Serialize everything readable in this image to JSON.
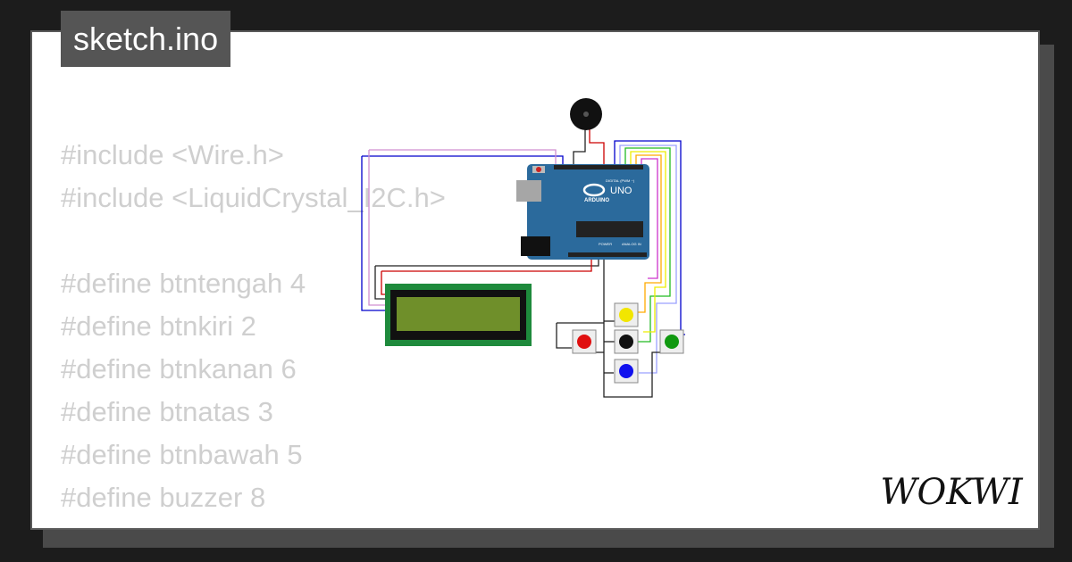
{
  "title": "sketch.ino",
  "code_lines": [
    "#include <Wire.h>",
    "#include <LiquidCrystal_I2C.h>",
    "",
    "#define btntengah 4",
    "#define btnkiri 2",
    "#define btnkanan 6",
    "#define btnatas 3",
    "#define btnbawah 5",
    "#define buzzer 8"
  ],
  "board": {
    "logo_text": "UNO",
    "maker_text": "ARDUINO",
    "digital_label": "DIGITAL (PWM ~)",
    "power_label": "POWER",
    "analog_label": "ANALOG IN"
  },
  "brand": "WOKWI",
  "colors": {
    "background": "#1c1c1c",
    "card": "#ffffff",
    "title_tab": "#555555",
    "code_text": "#cfcfcf",
    "board": "#2b6a9c",
    "lcd_frame": "#1e8a3c",
    "lcd_screen": "#6f8f2a",
    "button_yellow": "#f2e600",
    "button_red": "#e01010",
    "button_black": "#111111",
    "button_green": "#119911",
    "button_blue": "#1111ee"
  }
}
